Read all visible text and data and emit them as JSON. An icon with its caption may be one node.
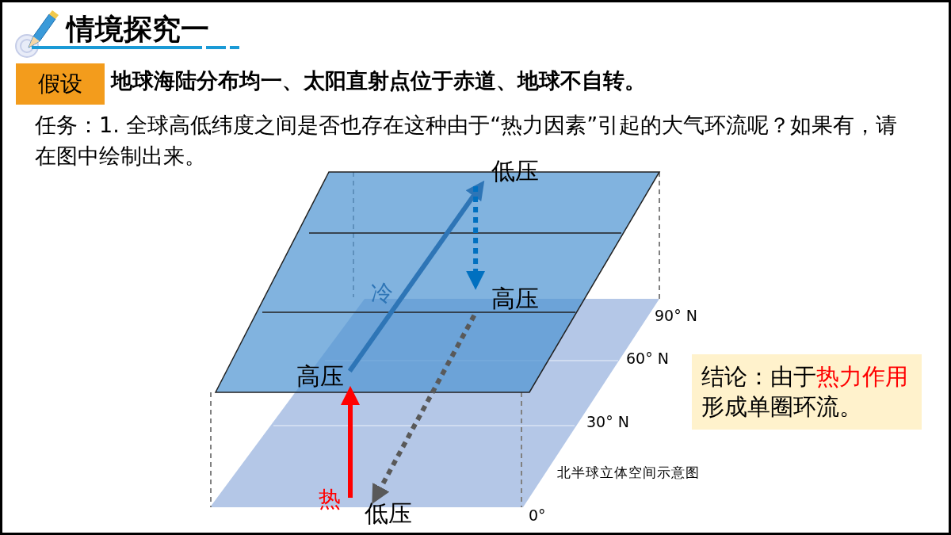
{
  "diagram": {
    "title": "情境探究一",
    "caption": "北半球立体空间示意图",
    "nodes": [
      {
        "text": [
          "假设"
        ]
      },
      {
        "text": [
          "低压"
        ]
      },
      {
        "text": [
          "高压"
        ]
      },
      {
        "text": [
          "高压"
        ]
      },
      {
        "text": [
          "低压"
        ]
      },
      {
        "text": [
          "结论：由于**热力作用**形成单圈环流。"
        ]
      }
    ],
    "edges": [
      {
        "from": 3,
        "to": 1,
        "arrow": "to",
        "color": "#2e75b6"
      },
      {
        "from": 1,
        "to": 2,
        "arrow": "to",
        "style": "dashed",
        "color": "#0070c0"
      },
      {
        "from": 2,
        "to": 4,
        "arrow": "to",
        "style": "dashed",
        "color": "#595959"
      },
      {
        "from": 4,
        "to": 3,
        "arrow": "to",
        "color": "#ff0000"
      }
    ],
    "labels": [
      "地球海陆分布均一、太阳直射点位于赤道、地球不自转。",
      "任务：1. 全球高低纬度之间是否也存在这种由于“热力因素”引起的大气环流呢？如果有，请在图中绘制出来。",
      "冷",
      "热",
      "90° N",
      "60° N",
      "30° N",
      "0°"
    ]
  }
}
